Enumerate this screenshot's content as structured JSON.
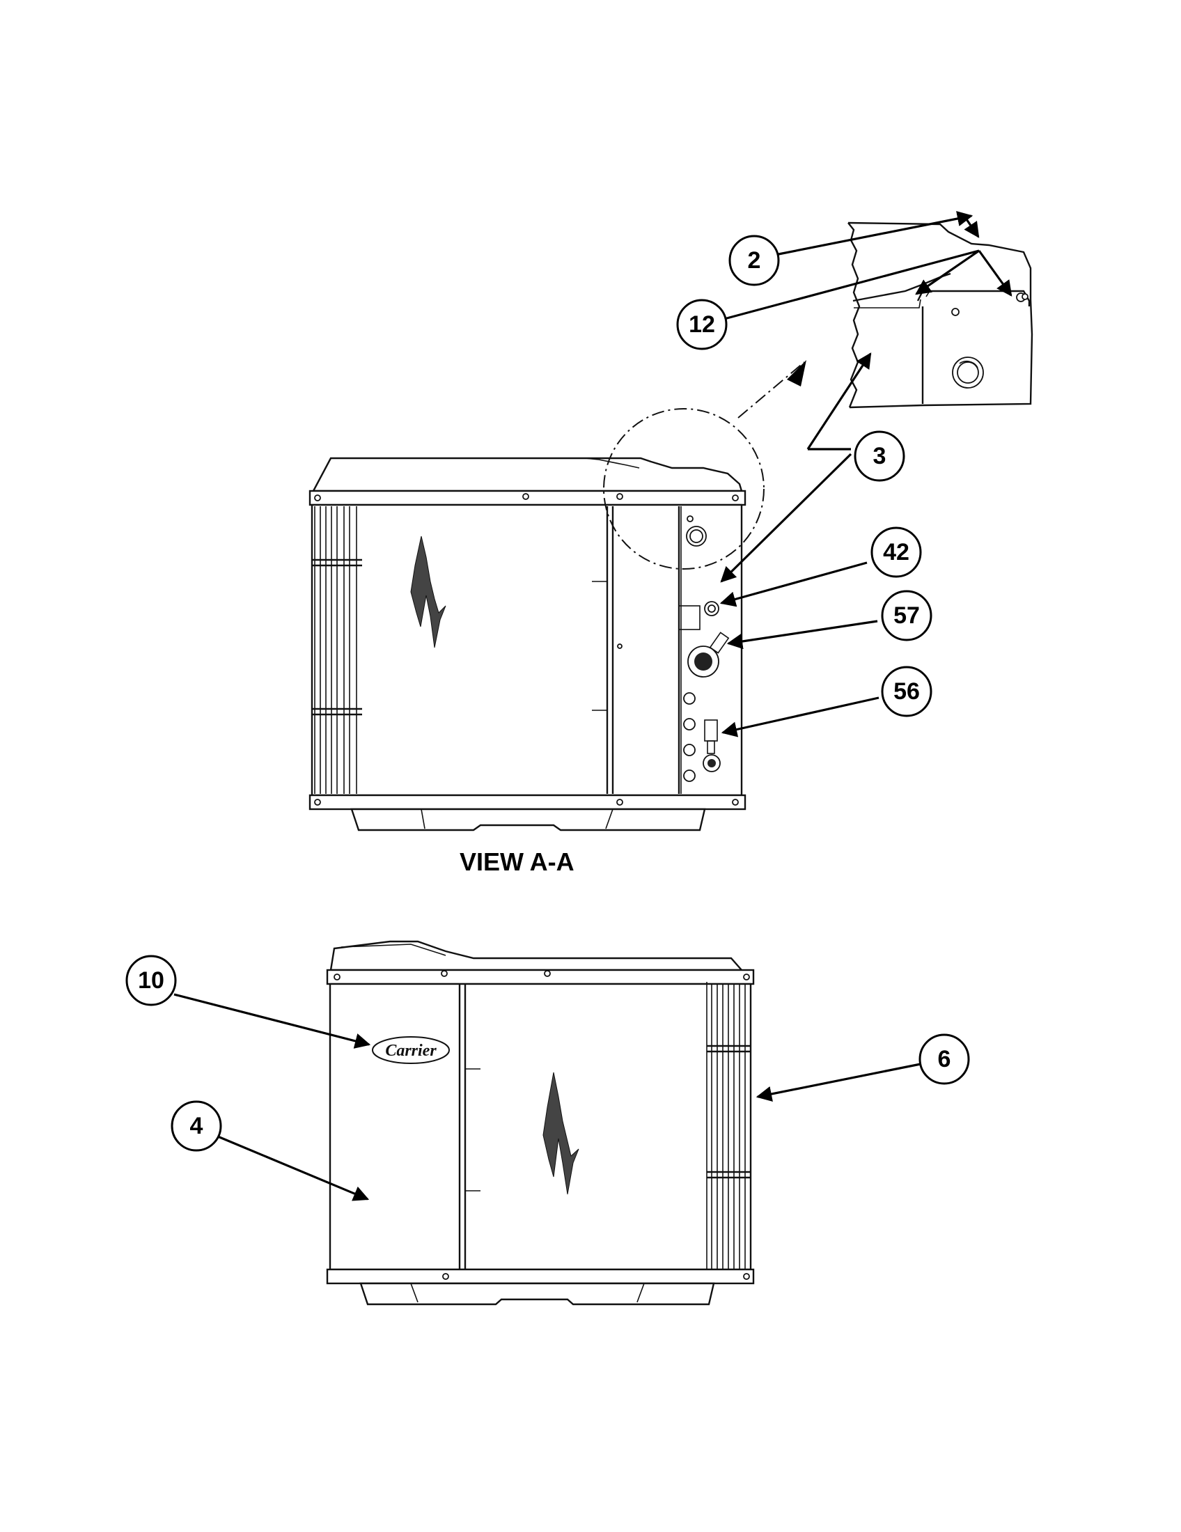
{
  "diagram": {
    "view_label": "VIEW A-A",
    "callouts": [
      {
        "id": "2",
        "label": "2"
      },
      {
        "id": "12",
        "label": "12"
      },
      {
        "id": "3",
        "label": "3"
      },
      {
        "id": "42",
        "label": "42"
      },
      {
        "id": "57",
        "label": "57"
      },
      {
        "id": "56",
        "label": "56"
      },
      {
        "id": "10",
        "label": "10"
      },
      {
        "id": "6",
        "label": "6"
      },
      {
        "id": "4",
        "label": "4"
      }
    ],
    "logo_text": "Carrier"
  }
}
